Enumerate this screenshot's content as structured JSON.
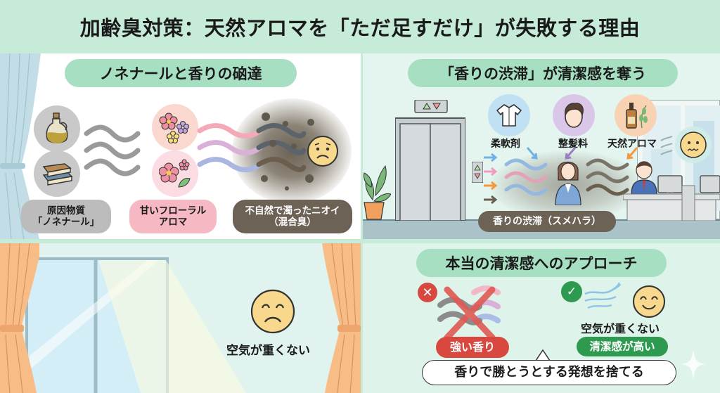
{
  "title": "加齢臭対策：天然アロマを「ただ足すだけ」が失敗する理由",
  "colors": {
    "header_bg": "#c6ecd9",
    "pill_green": "#a6dfc2",
    "gray_pill": "#b9b9b9",
    "pink_pill": "#f6b8c2",
    "brown_pill": "#6c6255",
    "red": "#d9483f",
    "green": "#2e9a4f",
    "curtain_blue": "#c2dde6",
    "curtain_orange": "#f8bd87"
  },
  "panel1": {
    "heading": "ノネナールと香りの硇達",
    "icons": [
      "oil-bottle-icon",
      "books-icon",
      "flower-icon",
      "flower-leaf-icon",
      "worried-face-icon"
    ],
    "labels": {
      "cause_line1": "原因物質",
      "cause_line2": "「ノネナール」",
      "floral_line1": "甘いフローラル",
      "floral_line2": "アロマ",
      "mixed_line1": "不自然で濁ったニオイ",
      "mixed_line2": "（混合臭）"
    }
  },
  "panel2": {
    "heading": "「香りの渋滞」が清潔感を奪う",
    "sources": [
      {
        "label": "柔軟剤",
        "icon": "shirt-icon",
        "color": "#bfe1f3"
      },
      {
        "label": "整髪料",
        "icon": "hair-head-icon",
        "color": "#d9c6e8"
      },
      {
        "label": "天然アロマ",
        "icon": "aroma-bottle-icon",
        "color": "#f9d2b4"
      }
    ],
    "banner": "香りの渋滞（スメハラ）"
  },
  "panel3": {
    "caption": "空気が重くない"
  },
  "panel4": {
    "heading": "本当の清潔感へのアプローチ",
    "bad_label": "強い香り",
    "good_caption": "空気が重くない",
    "good_label": "清潔感が高い",
    "bubble": "香りで勝とうとする発想を捨てる"
  }
}
